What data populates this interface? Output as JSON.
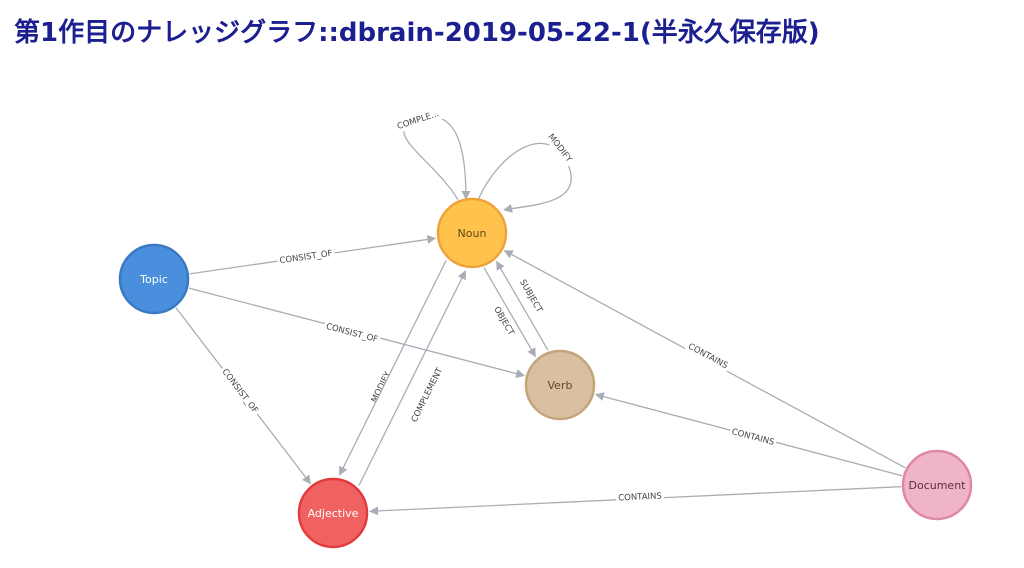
{
  "title": "第1作目のナレッジグラフ::dbrain-2019-05-22-1(半永久保存版)",
  "graph": {
    "nodes": [
      {
        "id": "noun",
        "label": "Noun",
        "fill": "#ffc24d",
        "stroke": "#eba43a",
        "text": "#604a0e"
      },
      {
        "id": "topic",
        "label": "Topic",
        "fill": "#4a8fde",
        "stroke": "#3a79c2",
        "text": "#ffffff"
      },
      {
        "id": "verb",
        "label": "Verb",
        "fill": "#d8c0a0",
        "stroke": "#c4a47a",
        "text": "#604a30"
      },
      {
        "id": "adjective",
        "label": "Adjective",
        "fill": "#f06262",
        "stroke": "#e33b3b",
        "text": "#ffffff"
      },
      {
        "id": "document",
        "label": "Document",
        "fill": "#efb4c7",
        "stroke": "#df87a6",
        "text": "#5b3040"
      }
    ],
    "edges": [
      {
        "id": "noun-complement-self",
        "label": "COMPLE..."
      },
      {
        "id": "noun-modify-self",
        "label": "MODIFY"
      },
      {
        "id": "topic-consistof-noun",
        "label": "CONSIST_OF"
      },
      {
        "id": "topic-consistof-verb",
        "label": "CONSIST_OF"
      },
      {
        "id": "topic-consistof-adjective",
        "label": "CONSIST_OF"
      },
      {
        "id": "noun-subject-verb",
        "label": "SUBJECT"
      },
      {
        "id": "verb-object-noun",
        "label": "OBJECT"
      },
      {
        "id": "adjective-modify-noun",
        "label": "MODIFY"
      },
      {
        "id": "noun-complement-adjective",
        "label": "COMPLEMENT"
      },
      {
        "id": "document-contains-noun",
        "label": "CONTAINS"
      },
      {
        "id": "document-contains-verb",
        "label": "CONTAINS"
      },
      {
        "id": "document-contains-adjective",
        "label": "CONTAINS"
      }
    ]
  }
}
